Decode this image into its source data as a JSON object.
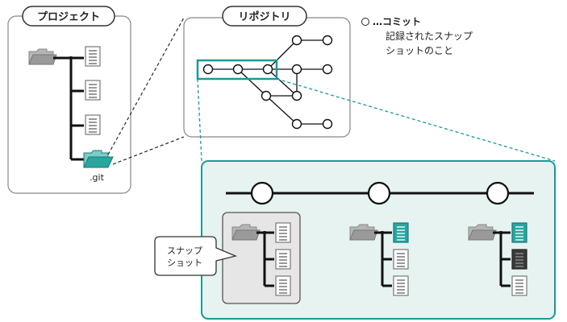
{
  "project": {
    "title": "プロジェクト",
    "git_label": ".git"
  },
  "repository": {
    "title": "リポジトリ"
  },
  "legend": {
    "symbol": "…コミット",
    "line1": "記録されたスナップ",
    "line2": "ショットのこと"
  },
  "callout": {
    "line1": "スナップ",
    "line2": "ショット"
  },
  "colors": {
    "accent": "#1a9a96",
    "panel_bg": "#e6f3f1",
    "snapshot_bg": "#e6e6e6",
    "border": "#888888",
    "folder": "#9a9a9a",
    "file_modified_dark": "#333333"
  },
  "icons": {
    "project_folder": "folder-icon",
    "git_folder": "folder-open-icon",
    "file": "file-icon",
    "commit": "commit-circle-icon"
  }
}
